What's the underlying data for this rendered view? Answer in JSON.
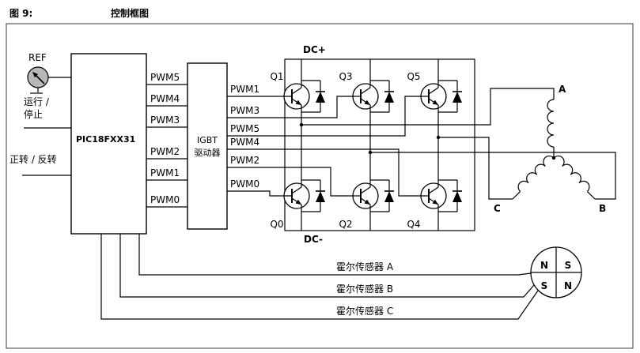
{
  "title": {
    "figure": "图 9:",
    "caption": "控制框图"
  },
  "inputs": {
    "ref_label": "REF",
    "run_stop_line1": "运行 /",
    "run_stop_line2": "停止",
    "fwd_rev": "正转 / 反转"
  },
  "controller": {
    "label": "PIC18FXX31",
    "outputs": [
      "PWM5",
      "PWM4",
      "PWM3",
      "PWM2",
      "PWM1",
      "PWM0"
    ]
  },
  "driver": {
    "label_line1": "IGBT",
    "label_line2": "驱动器",
    "outputs": [
      "PWM1",
      "PWM3",
      "PWM5",
      "PWM4",
      "PWM2",
      "PWM0"
    ]
  },
  "bridge": {
    "dc_plus": "DC+",
    "dc_minus": "DC-",
    "top_transistors": [
      "Q1",
      "Q3",
      "Q5"
    ],
    "bottom_transistors": [
      "Q0",
      "Q2",
      "Q4"
    ]
  },
  "motor": {
    "phase_a": "A",
    "phase_b": "B",
    "phase_c": "C"
  },
  "hall": {
    "sensor_a": "霍尔传感器 A",
    "sensor_b": "霍尔传感器 B",
    "sensor_c": "霍尔传感器 C",
    "disc": {
      "top_left": "N",
      "top_right": "S",
      "bottom_left": "S",
      "bottom_right": "N"
    }
  },
  "colors": {
    "line": "#000000",
    "background": "#ffffff",
    "pot_fill": "#b8b8b8"
  }
}
